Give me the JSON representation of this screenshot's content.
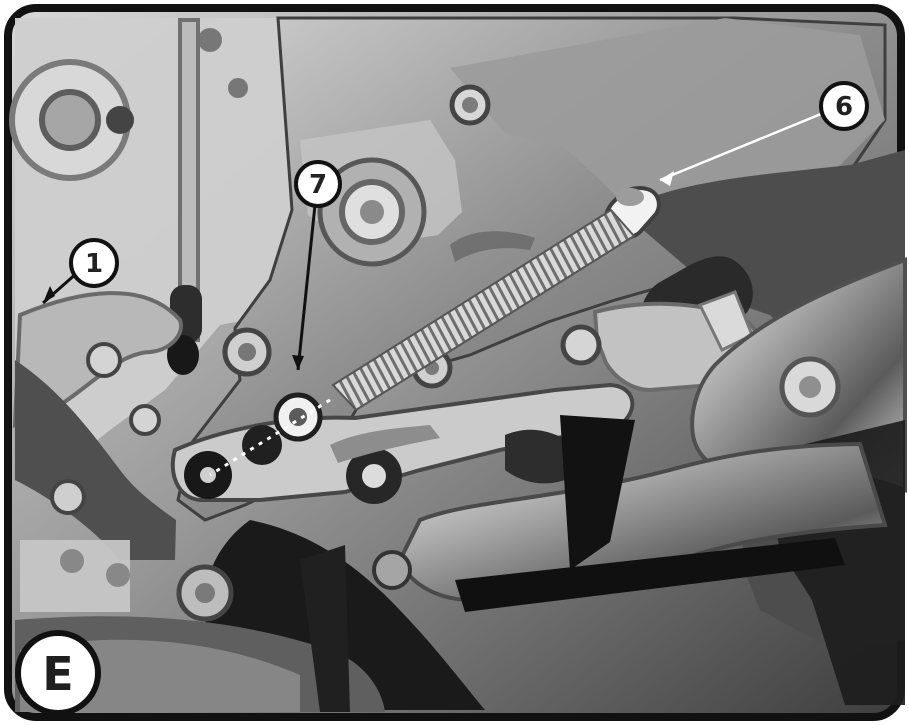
{
  "panel": {
    "label": "E"
  },
  "callouts": [
    {
      "id": "1",
      "label": "1"
    },
    {
      "id": "6",
      "label": "6"
    },
    {
      "id": "7",
      "label": "7"
    }
  ],
  "colors": {
    "frame": "#111111",
    "metal_dark": "#3a3a3a",
    "metal_mid": "#7b7b7b",
    "metal_light": "#c9c9c9",
    "highlight": "#efefef",
    "shadow": "#1c1c1c",
    "callout_fill": "#ffffff",
    "callout_stroke": "#111111"
  },
  "icons": {
    "arrow": "arrow-icon",
    "callout_circle": "callout-circle-icon",
    "dotted_line": "dotted-guide-icon"
  }
}
